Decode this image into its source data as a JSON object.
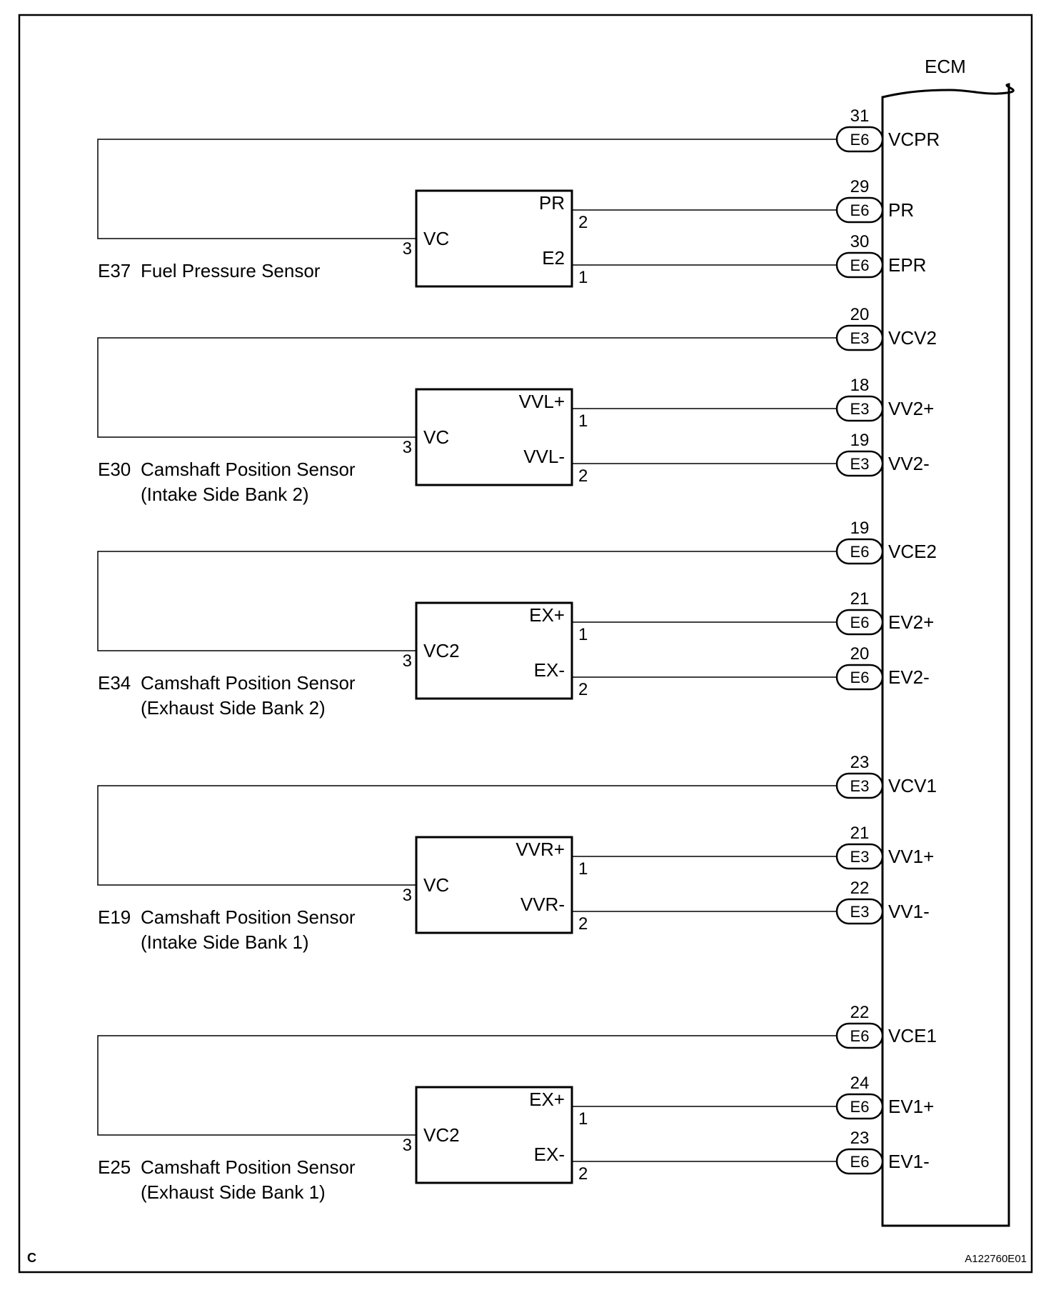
{
  "ecm_label": "ECM",
  "corner_mark": "C",
  "figure_code": "A122760E01",
  "sensors": [
    {
      "ref": "E37",
      "name": "Fuel Pressure Sensor",
      "sub": "",
      "vc_label": "VC",
      "vc_pin": "3",
      "top_label": "PR",
      "top_pin": "2",
      "bot_label": "E2",
      "bot_pin": "1",
      "ecm": [
        {
          "connector": "E6",
          "pin": "31",
          "signal": "VCPR"
        },
        {
          "connector": "E6",
          "pin": "29",
          "signal": "PR"
        },
        {
          "connector": "E6",
          "pin": "30",
          "signal": "EPR"
        }
      ]
    },
    {
      "ref": "E30",
      "name": "Camshaft Position Sensor",
      "sub": "(Intake Side Bank 2)",
      "vc_label": "VC",
      "vc_pin": "3",
      "top_label": "VVL+",
      "top_pin": "1",
      "bot_label": "VVL-",
      "bot_pin": "2",
      "ecm": [
        {
          "connector": "E3",
          "pin": "20",
          "signal": "VCV2"
        },
        {
          "connector": "E3",
          "pin": "18",
          "signal": "VV2+"
        },
        {
          "connector": "E3",
          "pin": "19",
          "signal": "VV2-"
        }
      ]
    },
    {
      "ref": "E34",
      "name": "Camshaft Position Sensor",
      "sub": "(Exhaust Side Bank 2)",
      "vc_label": "VC2",
      "vc_pin": "3",
      "top_label": "EX+",
      "top_pin": "1",
      "bot_label": "EX-",
      "bot_pin": "2",
      "ecm": [
        {
          "connector": "E6",
          "pin": "19",
          "signal": "VCE2"
        },
        {
          "connector": "E6",
          "pin": "21",
          "signal": "EV2+"
        },
        {
          "connector": "E6",
          "pin": "20",
          "signal": "EV2-"
        }
      ]
    },
    {
      "ref": "E19",
      "name": "Camshaft Position Sensor",
      "sub": "(Intake Side Bank 1)",
      "vc_label": "VC",
      "vc_pin": "3",
      "top_label": "VVR+",
      "top_pin": "1",
      "bot_label": "VVR-",
      "bot_pin": "2",
      "ecm": [
        {
          "connector": "E3",
          "pin": "23",
          "signal": "VCV1"
        },
        {
          "connector": "E3",
          "pin": "21",
          "signal": "VV1+"
        },
        {
          "connector": "E3",
          "pin": "22",
          "signal": "VV1-"
        }
      ]
    },
    {
      "ref": "E25",
      "name": "Camshaft Position Sensor",
      "sub": "(Exhaust Side Bank 1)",
      "vc_label": "VC2",
      "vc_pin": "3",
      "top_label": "EX+",
      "top_pin": "1",
      "bot_label": "EX-",
      "bot_pin": "2",
      "ecm": [
        {
          "connector": "E6",
          "pin": "22",
          "signal": "VCE1"
        },
        {
          "connector": "E6",
          "pin": "24",
          "signal": "EV1+"
        },
        {
          "connector": "E6",
          "pin": "23",
          "signal": "EV1-"
        }
      ]
    }
  ]
}
